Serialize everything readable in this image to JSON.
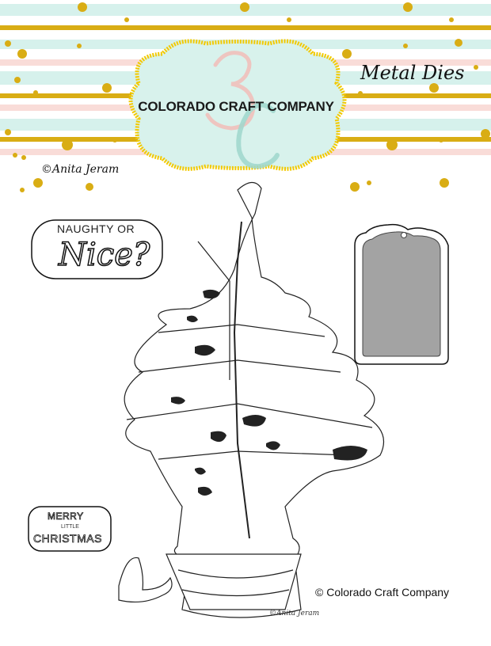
{
  "header": {
    "brand_name": "COLORADO CRAFT COMPANY",
    "logo_monogram": "3C",
    "product_type": "Metal Dies",
    "artist_signature": "©Anita Jeram"
  },
  "colors": {
    "mint_stripe": "#d6f1ec",
    "pink_stripe": "#f9dcd8",
    "gold": "#d9ad14",
    "label_fill": "#d8f2ec",
    "label_border": "#f2c900",
    "tag_fill": "#a3a3a3"
  },
  "dies": {
    "sentiment_1_top": "NAUGHTY OR",
    "sentiment_1_bottom": "Nice?",
    "sentiment_2_line1": "MERRY",
    "sentiment_2_line2": "LITTLE",
    "sentiment_2_line3": "CHRISTMAS",
    "tree_signature": "©Anita Jeram"
  },
  "footer": {
    "copyright": "© Colorado Craft Company"
  }
}
